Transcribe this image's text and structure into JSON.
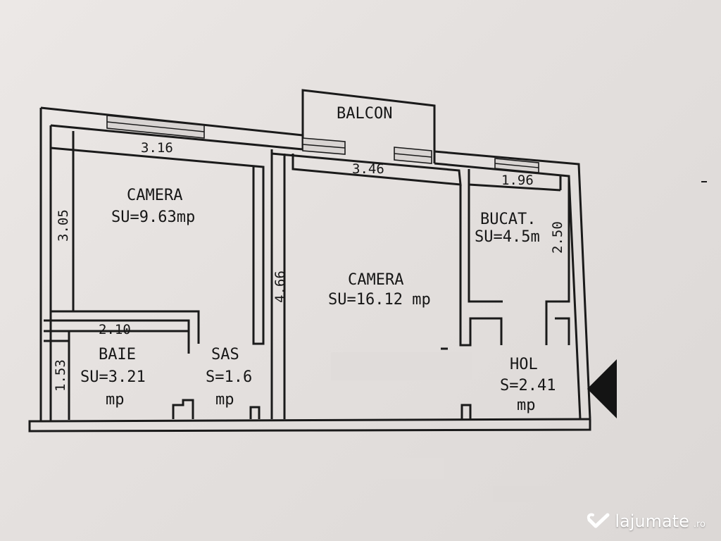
{
  "plan": {
    "balcony": {
      "label": "BALCON"
    },
    "rooms": {
      "camera1": {
        "name": "CAMERA",
        "area": "SU=9.63mp",
        "width": "3.16",
        "height": "3.05"
      },
      "camera2": {
        "name": "CAMERA",
        "area": "SU=16.12 mp",
        "width": "3.46",
        "height": "4.66"
      },
      "kitchen": {
        "name": "BUCAT.",
        "area": "SU=4.5m",
        "width": "1.96",
        "height": "2.50"
      },
      "bath": {
        "name": "BAIE",
        "area": "SU=3.21",
        "unit": "mp",
        "width": "2.10",
        "height": "1.53"
      },
      "sas": {
        "name": "SAS",
        "area": "S=1.6",
        "unit": "mp"
      },
      "hall": {
        "name": "HOL",
        "area": "S=2.41",
        "unit": "mp"
      }
    },
    "colors": {
      "ink": "#1a1a1a",
      "paper": "#e9e5e3"
    }
  },
  "watermark": {
    "brand": "lajumate",
    "tld": ".ro",
    "icon": "heart-check-icon"
  }
}
